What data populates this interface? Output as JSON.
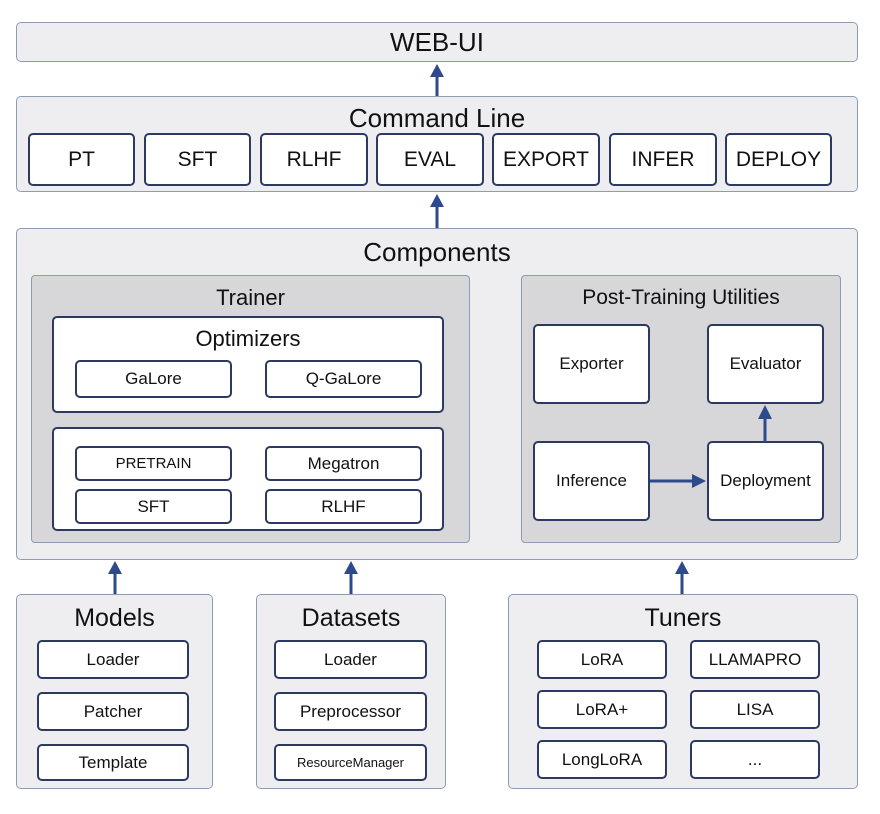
{
  "web_ui": {
    "title": "WEB-UI"
  },
  "command_line": {
    "title": "Command Line",
    "items": [
      "PT",
      "SFT",
      "RLHF",
      "EVAL",
      "EXPORT",
      "INFER",
      "DEPLOY"
    ]
  },
  "components": {
    "title": "Components",
    "trainer": {
      "title": "Trainer",
      "optimizers": {
        "title": "Optimizers",
        "items": [
          "GaLore",
          "Q-GaLore"
        ]
      },
      "methods": [
        "PRETRAIN",
        "Megatron",
        "SFT",
        "RLHF"
      ]
    },
    "post_training": {
      "title": "Post-Training Utilities",
      "exporter": "Exporter",
      "evaluator": "Evaluator",
      "inference": "Inference",
      "deployment": "Deployment"
    }
  },
  "models": {
    "title": "Models",
    "items": [
      "Loader",
      "Patcher",
      "Template"
    ]
  },
  "datasets": {
    "title": "Datasets",
    "items": [
      "Loader",
      "Preprocessor",
      "ResourceManager"
    ]
  },
  "tuners": {
    "title": "Tuners",
    "items": [
      "LoRA",
      "LLAMAPRO",
      "LoRA+",
      "LISA",
      "LongLoRA",
      "..."
    ]
  },
  "colors": {
    "panel_bg": "#eeeef1",
    "panel_border": "#8e9bb5",
    "inner_gray": "#d7d7d9",
    "box_border": "#2c3a62",
    "arrow": "#2e4a8c"
  }
}
